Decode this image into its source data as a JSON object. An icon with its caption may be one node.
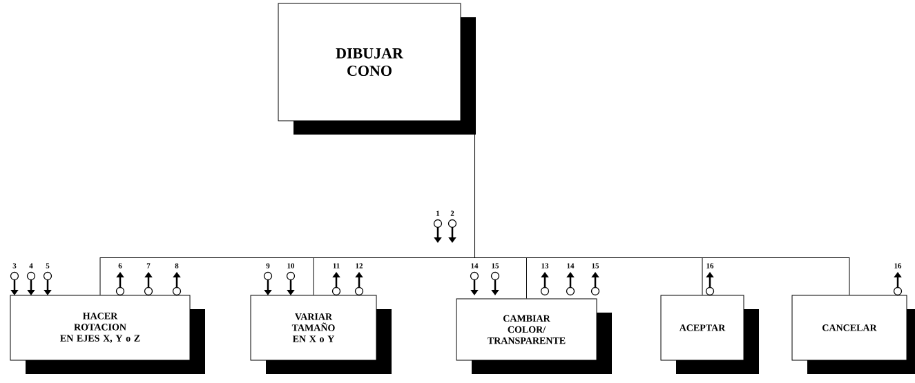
{
  "diagram": {
    "nodes": [
      {
        "text": [
          "DIBUJAR CONO"
        ]
      },
      {
        "text": [
          "HACER ROTACION EN EJES X, Y o Z"
        ]
      },
      {
        "text": [
          "VARIAR TAMAÑO EN X o Y"
        ]
      },
      {
        "text": [
          "CAMBIAR COLOR/ TRANSPARENTE"
        ]
      },
      {
        "text": [
          "ACEPTAR"
        ]
      },
      {
        "text": [
          "CANCELAR"
        ]
      }
    ],
    "edges": [
      {
        "from": 0,
        "to": 1,
        "arrow": "none"
      },
      {
        "from": 0,
        "to": 2,
        "arrow": "none"
      },
      {
        "from": 0,
        "to": 3,
        "arrow": "none"
      },
      {
        "from": 0,
        "to": 4,
        "arrow": "none"
      },
      {
        "from": 0,
        "to": 5,
        "arrow": "none"
      }
    ],
    "labels": [
      "1",
      "2",
      "3",
      "4",
      "5",
      "6",
      "7",
      "8",
      "9",
      "10",
      "11",
      "12",
      "14",
      "15",
      "13",
      "14",
      "15",
      "16",
      "16"
    ]
  }
}
